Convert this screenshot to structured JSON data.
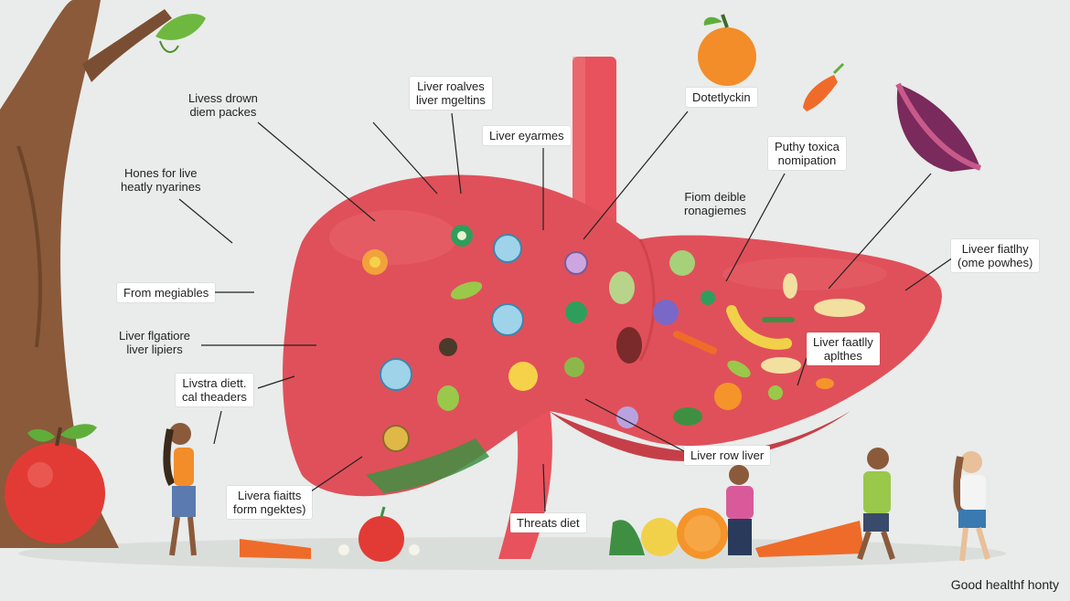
{
  "labels": {
    "l1": "Livess drown",
    "l1b": "diem packes",
    "l2": "Liver roalves",
    "l2b": "liver mgeltins",
    "l3": "Dotetlyckin",
    "l4": "Liver eyarmes",
    "l5": "Puthy toxica",
    "l5b": "nomipation",
    "l6": "Hones for live",
    "l6b": "heatly nyarines",
    "l7": "Fiom deible",
    "l7b": "ronagiemes",
    "l8": "Liveer fiatlhy",
    "l8b": "(ome powhes)",
    "l9": "From megiables",
    "l10": "Liver flgatiore",
    "l10b": "liver lipiers",
    "l11": "Liver faatlly",
    "l11b": "aplthes",
    "l12": "Livstra diett.",
    "l12b": "cal theaders",
    "l13": "Liver row liver",
    "l14": "Livera fiaitts",
    "l14b": "form ngektes)",
    "l15": "Threats diet"
  },
  "footer": "Good healthf honty",
  "colors": {
    "background": "#e9ecea",
    "liver": "#e0505a",
    "liver_shadow": "#c63f48",
    "vessel": "#e8525c",
    "tree": "#8a5a3b",
    "leaf": "#5fae3a"
  }
}
